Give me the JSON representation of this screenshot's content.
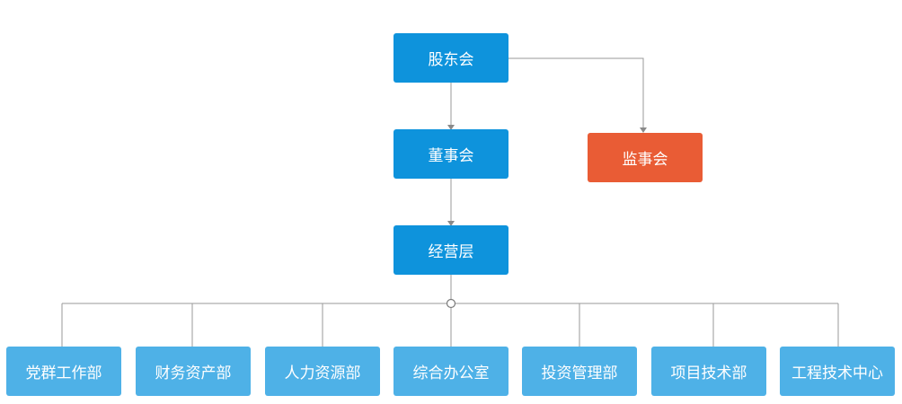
{
  "nodes": {
    "shareholders": "股东会",
    "board": "董事会",
    "supervisors": "监事会",
    "management": "经营层"
  },
  "departments": [
    "党群工作部",
    "财务资产部",
    "人力资源部",
    "综合办公室",
    "投资管理部",
    "项目技术部",
    "工程技术中心"
  ],
  "colors": {
    "primary": "#0e93dc",
    "supervisory": "#e95c35",
    "department": "#4eb1e7",
    "connector": "#9a9a9a"
  }
}
